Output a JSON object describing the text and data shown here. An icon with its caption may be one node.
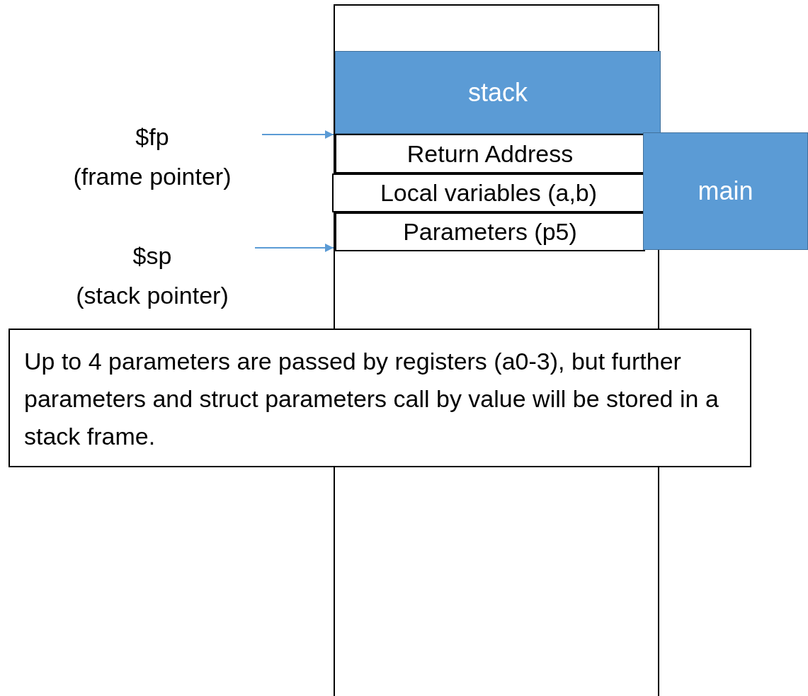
{
  "diagram": {
    "nodes": [
      {
        "text": [],
        "shape": "box"
      },
      {
        "text": [
          "stack"
        ],
        "in": 0
      },
      {
        "text": [
          "$fp",
          "(frame pointer)"
        ]
      },
      {
        "text": [
          "Return Address"
        ],
        "in": 0
      },
      {
        "text": [
          "Local variables (a,b)"
        ],
        "in": 0
      },
      {
        "text": [
          "main"
        ]
      },
      {
        "text": [
          "Parameters (p5)"
        ],
        "in": 0
      },
      {
        "text": [
          "$sp",
          "(stack pointer)"
        ]
      },
      {
        "text": [
          "Up to 4 parameters are passed by registers (a0-3), but further parameters and struct parameters call by value will be stored in a stack frame."
        ]
      }
    ],
    "edges": [
      {
        "from": 2,
        "to": 3,
        "arrow": "to"
      },
      {
        "from": 7,
        "to": 6,
        "arrow": "to"
      }
    ]
  }
}
